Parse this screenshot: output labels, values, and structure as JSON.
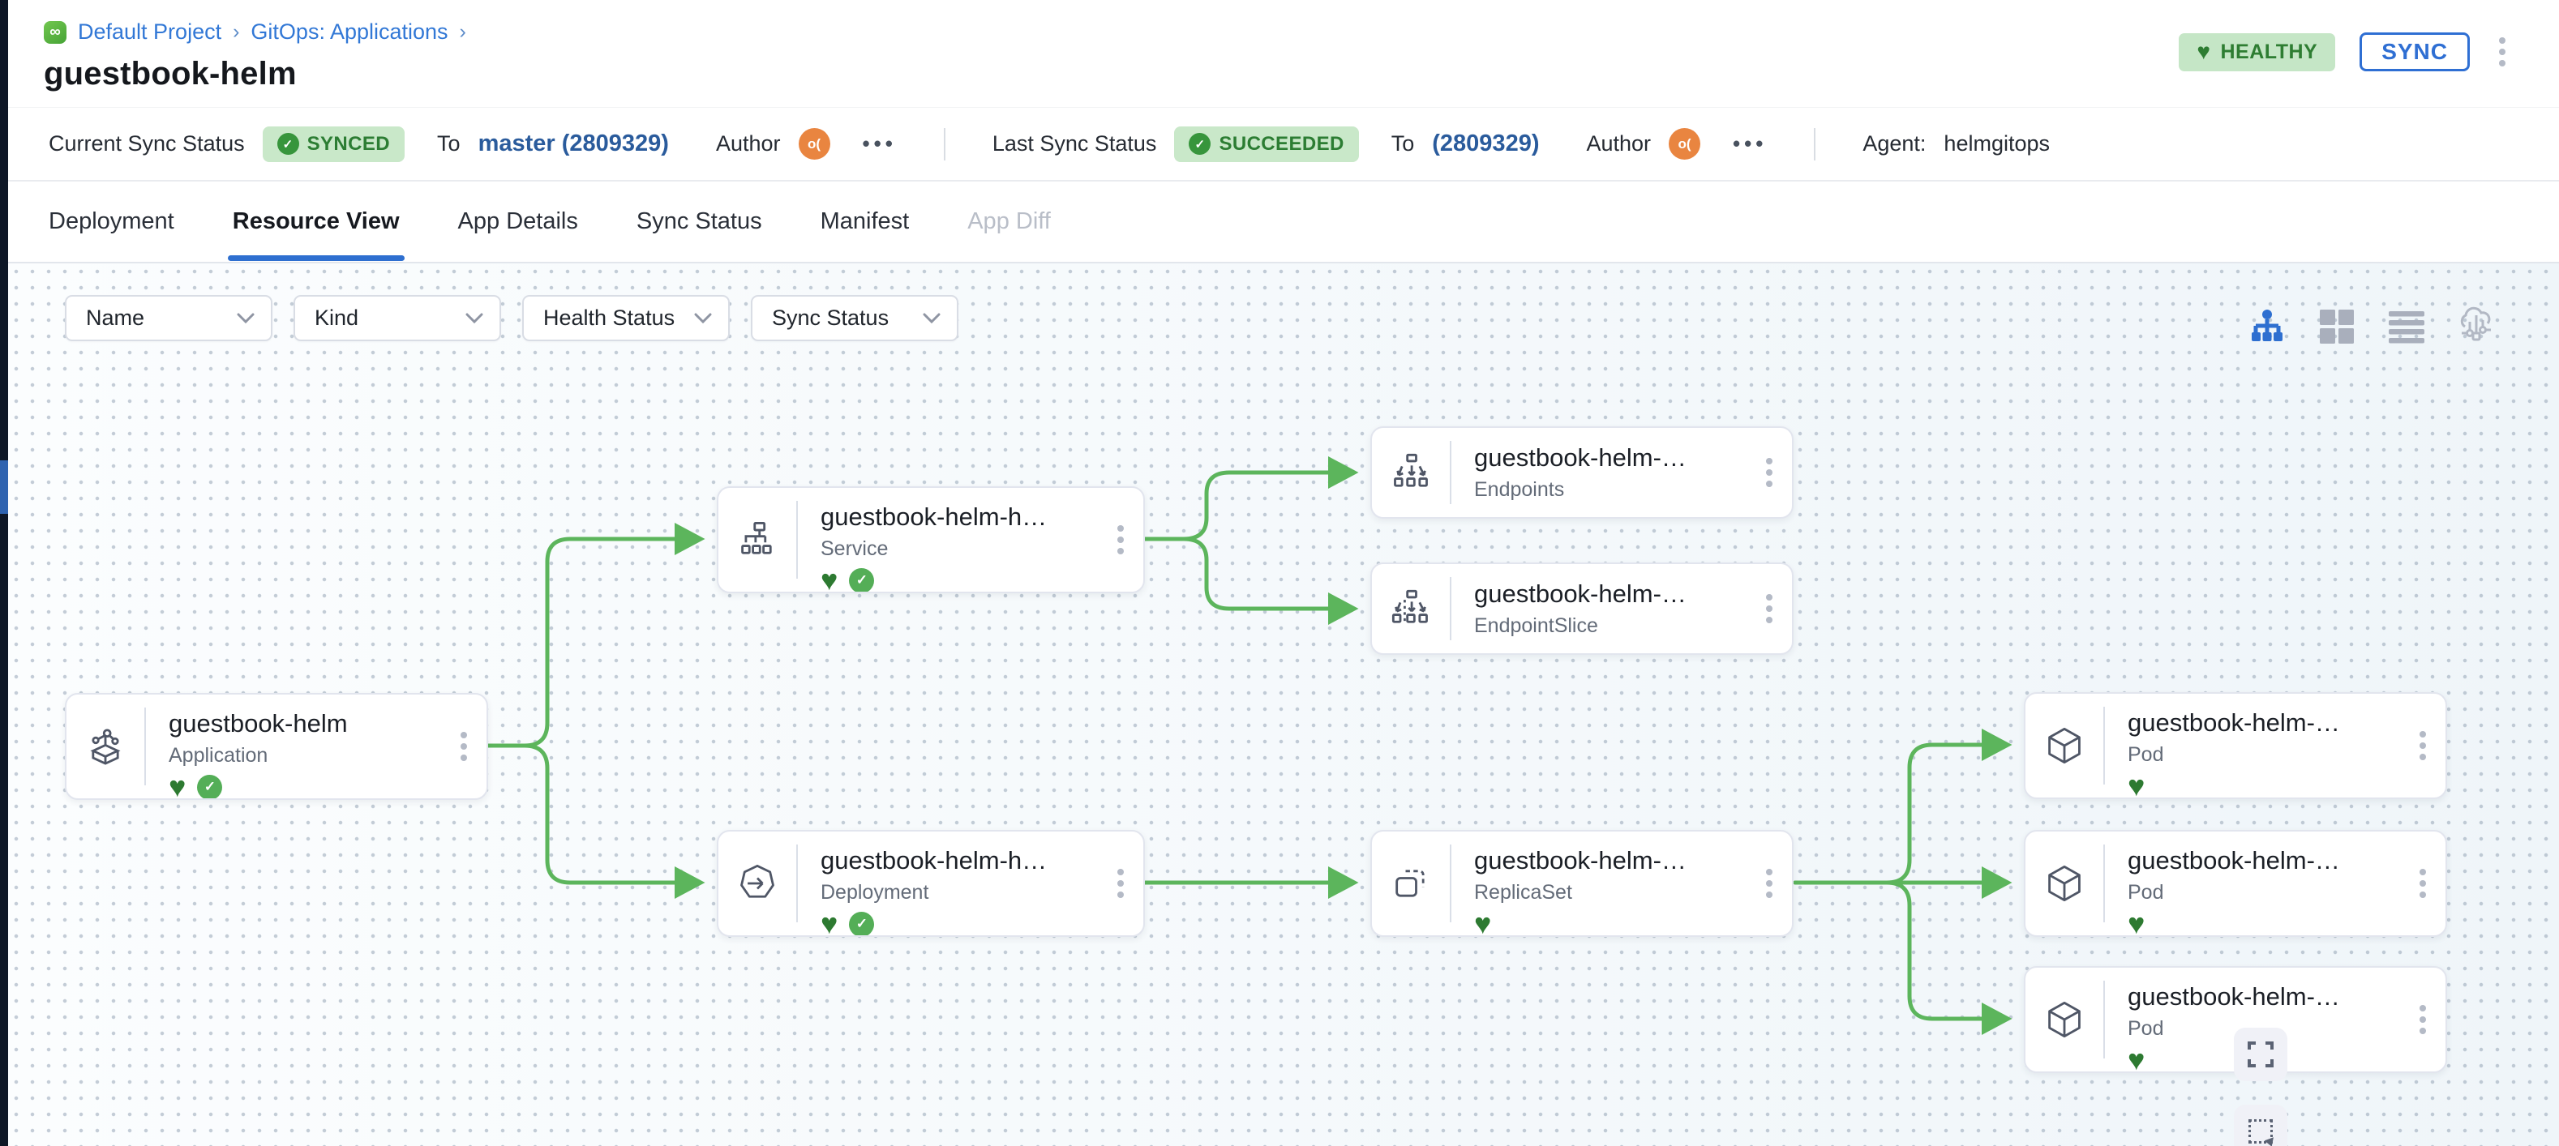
{
  "breadcrumb": {
    "project": "Default Project",
    "sep1": "›",
    "section": "GitOps: Applications",
    "sep2": "›",
    "logo_glyph": "∞"
  },
  "page_title": "guestbook-helm",
  "header_actions": {
    "health_label": "HEALTHY",
    "health_heart": "♥",
    "sync_label": "SYNC"
  },
  "status_bar": {
    "current": {
      "label": "Current Sync Status",
      "badge": "SYNCED",
      "check": "✓",
      "to_label": "To",
      "revision": "master (2809329)",
      "author_label": "Author",
      "author_initials": "o(",
      "menu_dots": "•••"
    },
    "last": {
      "label": "Last Sync Status",
      "badge": "SUCCEEDED",
      "check": "✓",
      "to_label": "To",
      "revision": "(2809329)",
      "author_label": "Author",
      "author_initials": "o(",
      "menu_dots": "•••"
    },
    "agent": {
      "label": "Agent:",
      "value": "helmgitops"
    }
  },
  "tabs": [
    {
      "label": "Deployment",
      "state": "normal"
    },
    {
      "label": "Resource View",
      "state": "active"
    },
    {
      "label": "App Details",
      "state": "normal"
    },
    {
      "label": "Sync Status",
      "state": "normal"
    },
    {
      "label": "Manifest",
      "state": "normal"
    },
    {
      "label": "App Diff",
      "state": "disabled"
    }
  ],
  "filters": [
    {
      "label": "Name"
    },
    {
      "label": "Kind"
    },
    {
      "label": "Health Status"
    },
    {
      "label": "Sync Status"
    }
  ],
  "view_toggles": [
    "tree-view",
    "grid-view",
    "list-view",
    "flux-view"
  ],
  "nodes": [
    {
      "title": "guestbook-helm",
      "kind": "Application",
      "health": "healthy",
      "synced": true
    },
    {
      "title": "guestbook-helm-helm-g...",
      "kind": "Service",
      "health": "healthy",
      "synced": true
    },
    {
      "title": "guestbook-helm-helm-g...",
      "kind": "Endpoints"
    },
    {
      "title": "guestbook-helm-helm-g...",
      "kind": "EndpointSlice"
    },
    {
      "title": "guestbook-helm-helm-g...",
      "kind": "Deployment",
      "health": "healthy",
      "synced": true
    },
    {
      "title": "guestbook-helm-helm-g...",
      "kind": "ReplicaSet",
      "health": "healthy"
    },
    {
      "title": "guestbook-helm-helm-g...",
      "kind": "Pod",
      "health": "healthy"
    },
    {
      "title": "guestbook-helm-helm-g...",
      "kind": "Pod",
      "health": "healthy"
    },
    {
      "title": "guestbook-helm-helm-g...",
      "kind": "Pod",
      "health": "healthy"
    }
  ],
  "glyphs": {
    "heart": "♥",
    "check": "✓"
  },
  "colors": {
    "accent_blue": "#2f6fd3",
    "link_blue": "#2a5b9c",
    "edge_green": "#5cb55c",
    "healthy_green": "#2e7d32",
    "badge_green_bg": "#c9e8c9",
    "avatar_orange": "#e98540",
    "rail_dark": "#0e1726",
    "rail_active": "#2f63b0"
  }
}
